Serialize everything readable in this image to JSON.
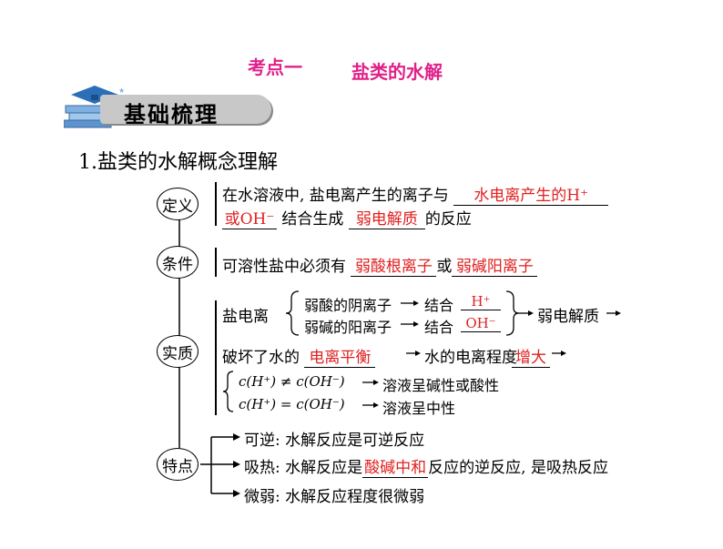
{
  "title": {
    "point": "考点一",
    "topic": "盐类的水解"
  },
  "banner": {
    "label": "基础梳理"
  },
  "heading": "1.盐类的水解概念理解",
  "definition": {
    "label": "定义",
    "line1": "在水溶液中, 盐电离产生的离子与",
    "answer1": "水电离产生的H⁺",
    "answer2": "或OH⁻",
    "mid": "结合生成",
    "answer3": "弱电解质",
    "end": "的反应"
  },
  "condition": {
    "label": "条件",
    "text": "可溶性盐中必须有",
    "answer1": "弱酸根离子",
    "or": "或",
    "answer2": "弱碱阳离子"
  },
  "essence": {
    "label": "实质",
    "ionize": "盐电离",
    "acid_ion": "弱酸的阴离子",
    "base_ion": "弱碱的阳离子",
    "combine": "结合",
    "h_answer": "H⁺",
    "oh_answer": "OH⁻",
    "result": "弱电解质",
    "break_prefix": "破坏了水的",
    "break_answer": "电离平衡",
    "degree_text": "水的电离程度",
    "degree_answer": "增大",
    "neq_left": "c(H⁺) ≠ c(OH⁻)",
    "neq_result": "溶液呈碱性或酸性",
    "eq_left": "c(H⁺) = c(OH⁻)",
    "eq_result": "溶液呈中性"
  },
  "features": {
    "label": "特点",
    "reversible": "可逆: 水解反应是可逆反应",
    "endo_prefix": "吸热: 水解反应是",
    "endo_answer": "酸碱中和",
    "endo_suffix": "反应的逆反应, 是吸热反应",
    "weak": "微弱: 水解反应程度很微弱"
  },
  "colors": {
    "title": "#e0218a",
    "answer": "#e02020",
    "banner_bg": "#c8c8c8"
  }
}
